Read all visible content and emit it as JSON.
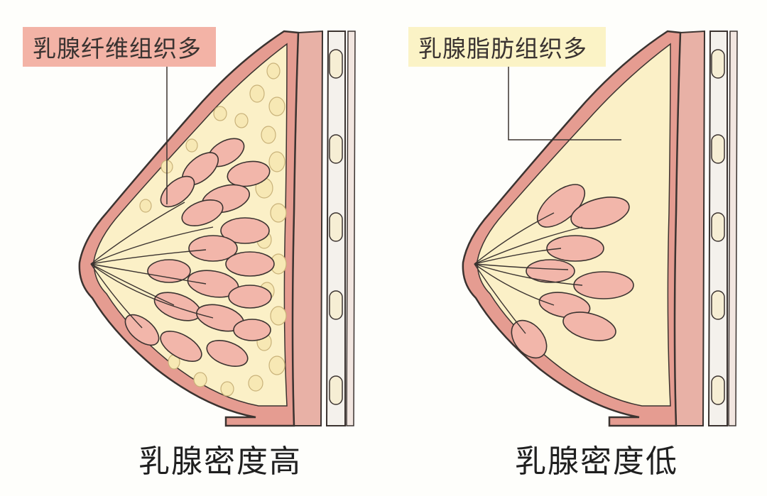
{
  "colors": {
    "background": "#fefefb",
    "skin": "#e59c91",
    "muscle": "#e8b1a6",
    "lobule": "#f2b6aa",
    "fat": "#fbf0c7",
    "fat_globule": "#f7e8b4",
    "outline": "#3b3330",
    "tag_fibro_bg": "#f3b3a6",
    "tag_fat_bg": "#fbf3c6"
  },
  "panels": [
    {
      "tag": "乳腺纤维组织多",
      "caption": "乳腺密度高",
      "icon": "dense-breast-cross-section"
    },
    {
      "tag": "乳腺脂肪组织多",
      "caption": "乳腺密度低",
      "icon": "fatty-breast-cross-section"
    }
  ]
}
